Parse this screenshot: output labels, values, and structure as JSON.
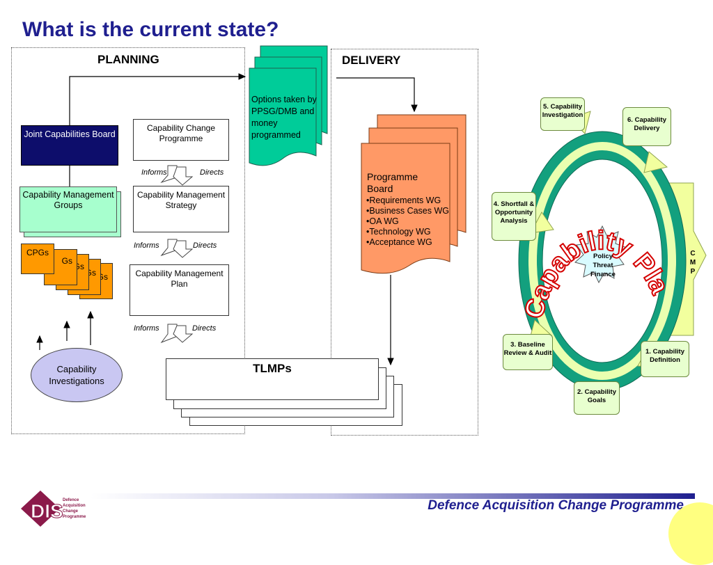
{
  "title": "What is the current state?",
  "planning": {
    "heading": "PLANNING",
    "jcb": "Joint Capabilities Board",
    "cmg": "Capability Management Groups",
    "cpgs": "CPGs",
    "cpgs_partial": "Gs",
    "investigations": "Capability Investigations",
    "ccp": "Capability Change Programme",
    "cms": "Capability Management Strategy",
    "cmp_plan": "Capability Management Plan",
    "informs": "Informs",
    "directs": "Directs"
  },
  "options_doc": "Options taken by PPSG/DMB and money programmed",
  "delivery": {
    "heading": "DELIVERY",
    "programme_board_title": "Programme Board",
    "wgs": [
      "•Requirements WG",
      "•Business Cases WG",
      "•OA WG",
      "•Technology WG",
      "•Acceptance WG"
    ]
  },
  "tlmps": "TLMPs",
  "cycle": {
    "ring_text": "Capability Planning",
    "center": [
      "Policy",
      "Threat",
      "Finance"
    ],
    "steps": [
      "1. Capability Definition",
      "2. Capability Goals",
      "3. Baseline Review & Audit",
      "4. Shortfall & Opportunity Analysis",
      "5. Capability Investigation",
      "6. Capability Delivery"
    ],
    "cmp_letters": [
      "C",
      "M",
      "P"
    ]
  },
  "footer": {
    "logo_text": "DIS",
    "logo_lines": [
      "Defence",
      "Acquisition",
      "Change",
      "Programme"
    ],
    "tagline": "Defence Acquisition Change Programme"
  },
  "colors": {
    "title": "#1f1f8f",
    "navy": "#0d0d6b",
    "mint": "#a7ffce",
    "orange": "#ff9900",
    "salmon": "#ff9966",
    "teal": "#00cc99",
    "ring_green": "#13a07e",
    "ring_text": "#d40000",
    "arrow_yellow": "#f2ff9e",
    "logo": "#8b1a4a"
  }
}
